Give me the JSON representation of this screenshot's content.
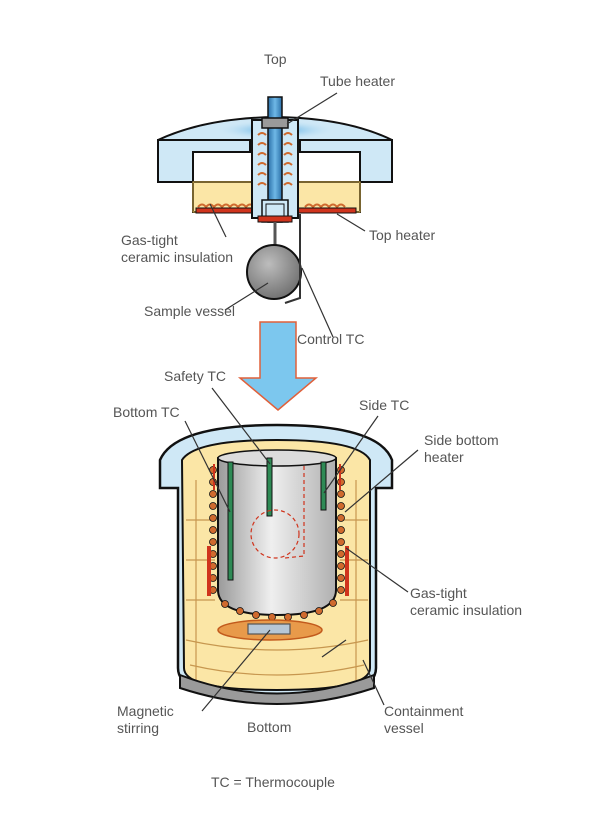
{
  "labels": {
    "top": "Top",
    "tube_heater": "Tube heater",
    "top_heater": "Top heater",
    "top_insulation": "Gas-tight\nceramic insulation",
    "sample_vessel": "Sample vessel",
    "control_tc": "Control TC",
    "safety_tc": "Safety TC",
    "bottom_tc": "Bottom TC",
    "side_tc": "Side TC",
    "side_bottom_heater": "Side bottom\nheater",
    "bottom_insulation": "Gas-tight\nceramic insulation",
    "magnetic_stirring": "Magnetic\nstirring",
    "bottom": "Bottom",
    "containment_vessel": "Containment\nvessel",
    "legend": "TC = Thermocouple"
  },
  "colors": {
    "lid_blue": "#cfe8f6",
    "highlight_blue": "#2e9bd8",
    "insulation_yellow": "#fbe6a6",
    "heater_red": "#d0341d",
    "coil_orange": "#cf6a2e",
    "arrow_blue": "#7cc7ee",
    "arrow_outline": "#e0603a",
    "thermocouple_green": "#2e8a55",
    "outline": "#111111"
  }
}
